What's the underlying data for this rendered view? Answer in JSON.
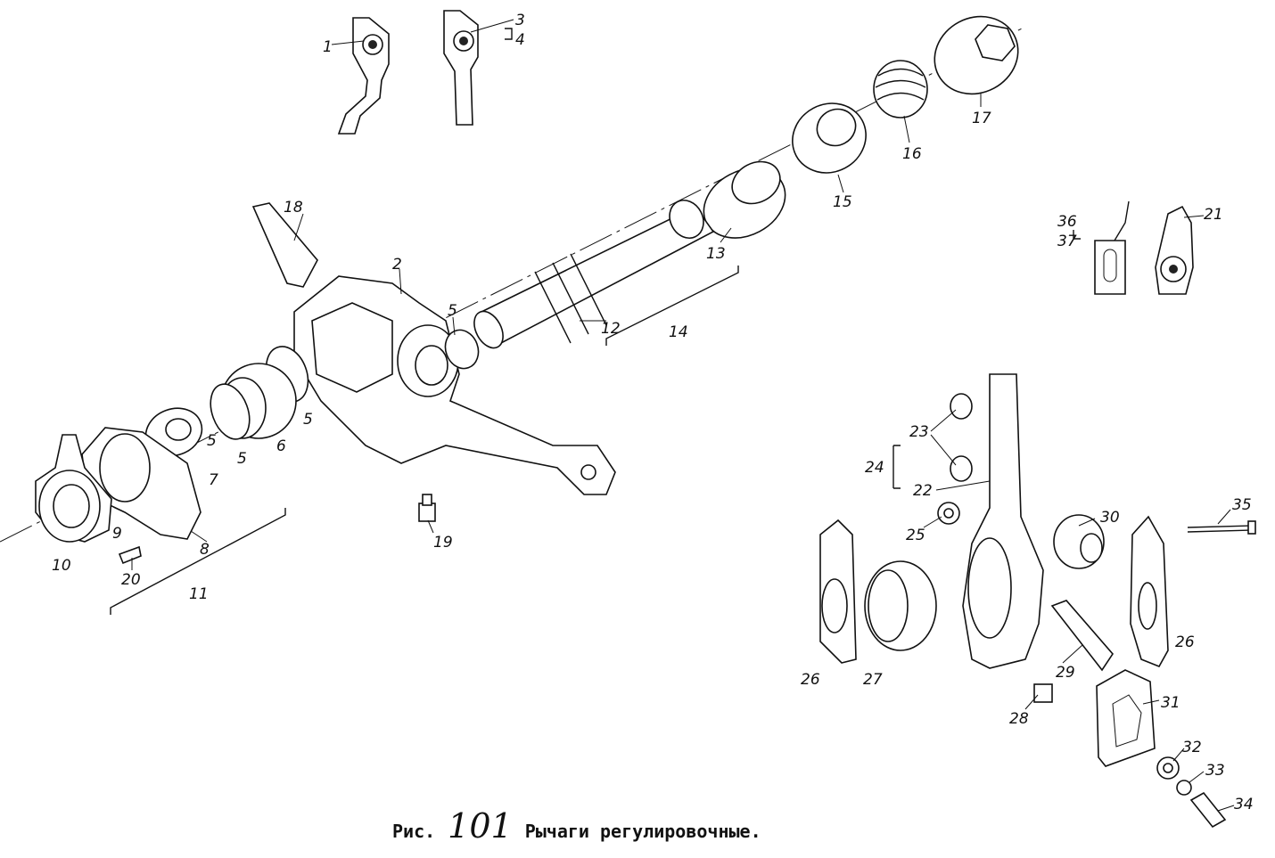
{
  "caption": {
    "prefix": "Рис.",
    "number": "101",
    "title": "Рычаги регулировочные."
  },
  "labels": [
    "1",
    "2",
    "3",
    "4",
    "5",
    "5",
    "5",
    "5",
    "6",
    "7",
    "8",
    "9",
    "10",
    "11",
    "12",
    "13",
    "14",
    "15",
    "16",
    "17",
    "18",
    "19",
    "20",
    "21",
    "22",
    "23",
    "24",
    "25",
    "26",
    "26",
    "27",
    "28",
    "29",
    "30",
    "31",
    "32",
    "33",
    "34",
    "35",
    "36",
    "37"
  ]
}
